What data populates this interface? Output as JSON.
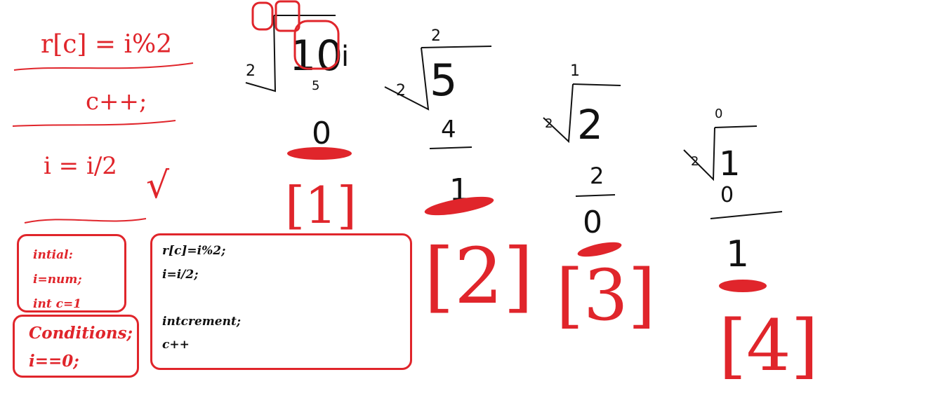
{
  "title_formula": "r[c] = i%2",
  "increment_note": "c++;",
  "update_note": "i = i/2",
  "check_mark": "√",
  "initial_box": {
    "lines": [
      "intial:",
      "i=num;",
      "int c=1"
    ]
  },
  "conditions_box": {
    "lines": [
      "Conditions;",
      "i==0;"
    ]
  },
  "body_box": {
    "lines": [
      "r[c]=i%2;",
      "i=i/2;",
      "",
      "intcrement;",
      "c++"
    ]
  },
  "steps": [
    {
      "divisor": "2",
      "dividend": "10",
      "quotient": "5",
      "remainder": "0",
      "index": "[1]",
      "label": "i"
    },
    {
      "divisor": "2",
      "dividend": "5",
      "quotient": "2",
      "remainder": "1",
      "index": "[2]"
    },
    {
      "divisor": "2",
      "dividend": "2",
      "quotient": "1",
      "remainder": "0",
      "index": "[3]"
    },
    {
      "divisor": "2",
      "dividend": "1",
      "quotient": "0",
      "remainder": "1",
      "index": "[4]"
    }
  ],
  "colors": {
    "ink_red": "#e0252b",
    "ink_black": "#111111",
    "background": "#ffffff"
  }
}
